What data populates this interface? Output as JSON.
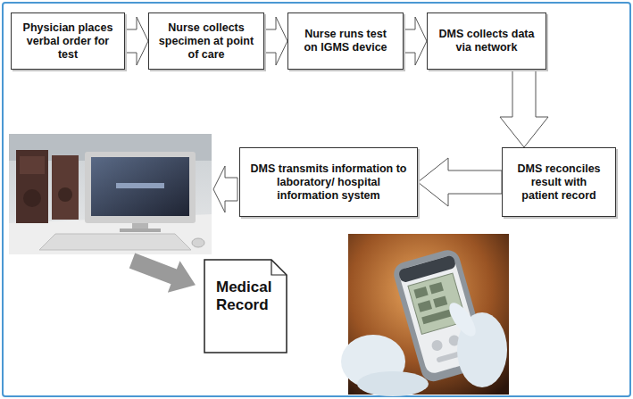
{
  "diagram": {
    "nodes": [
      {
        "text": [
          "Physician places verbal order for test"
        ]
      },
      {
        "text": [
          "Nurse collects specimen at point of care"
        ]
      },
      {
        "text": [
          "Nurse runs test on IGMS device"
        ]
      },
      {
        "text": [
          "DMS collects data via network"
        ]
      },
      {
        "text": [
          "DMS reconciles result with patient record"
        ]
      },
      {
        "text": [
          "DMS transmits information to laboratory/ hospital information system"
        ]
      },
      {
        "text": [
          "Medical Record"
        ]
      }
    ],
    "edges": [
      {
        "from": 0,
        "to": 1,
        "arrow": "to"
      },
      {
        "from": 1,
        "to": 2,
        "arrow": "to"
      },
      {
        "from": 2,
        "to": 3,
        "arrow": "to"
      },
      {
        "from": 3,
        "to": 4,
        "arrow": "to"
      },
      {
        "from": 4,
        "to": 5,
        "arrow": "to"
      }
    ]
  }
}
